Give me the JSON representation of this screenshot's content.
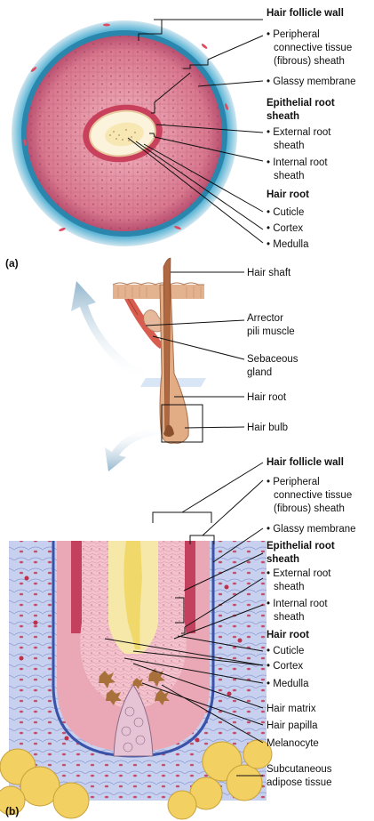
{
  "panel_a": {
    "letter": "(a)",
    "labels": {
      "hair_follicle_wall": "Hair follicle wall",
      "peripheral_ct": [
        "Peripheral",
        "connective tissue",
        "(fibrous) sheath"
      ],
      "glassy_membrane": "Glassy membrane",
      "epithelial_root_sheath": [
        "Epithelial root",
        "sheath"
      ],
      "external_root_sheath": [
        "External root",
        "sheath"
      ],
      "internal_root_sheath": [
        "Internal root",
        "sheath"
      ],
      "hair_root": "Hair root",
      "cuticle": "Cuticle",
      "cortex": "Cortex",
      "medulla": "Medulla"
    }
  },
  "middle": {
    "labels": {
      "hair_shaft": "Hair shaft",
      "arrector_pili": [
        "Arrector",
        "pili muscle"
      ],
      "sebaceous_gland": [
        "Sebaceous",
        "gland"
      ],
      "hair_root": "Hair root",
      "hair_bulb": "Hair bulb"
    }
  },
  "panel_b": {
    "letter": "(b)",
    "labels": {
      "hair_follicle_wall": "Hair follicle wall",
      "peripheral_ct": [
        "Peripheral",
        "connective tissue",
        "(fibrous) sheath"
      ],
      "glassy_membrane": "Glassy membrane",
      "epithelial_root_sheath": [
        "Epithelial root",
        "sheath"
      ],
      "external_root_sheath": [
        "External root",
        "sheath"
      ],
      "internal_root_sheath": [
        "Internal root",
        "sheath"
      ],
      "hair_root": "Hair root",
      "cuticle": "Cuticle",
      "cortex": "Cortex",
      "medulla": "Medulla",
      "hair_matrix": "Hair matrix",
      "hair_papilla": "Hair papilla",
      "melanocyte": "Melanocyte",
      "subcutaneous": [
        "Subcutaneous",
        "adipose tissue"
      ]
    }
  },
  "colors": {
    "connective": "#b9c6e6",
    "glassy": "#2c7fa6",
    "external_sheath": "#d97a94",
    "internal_sheath": "#c4405f",
    "hair_cortex": "#f7efc4",
    "matrix": "#f0b9c4",
    "papilla": "#e8c9d9",
    "melanocyte": "#a8703a",
    "adipose": "#f2d062",
    "skin": "#d9a07a"
  }
}
